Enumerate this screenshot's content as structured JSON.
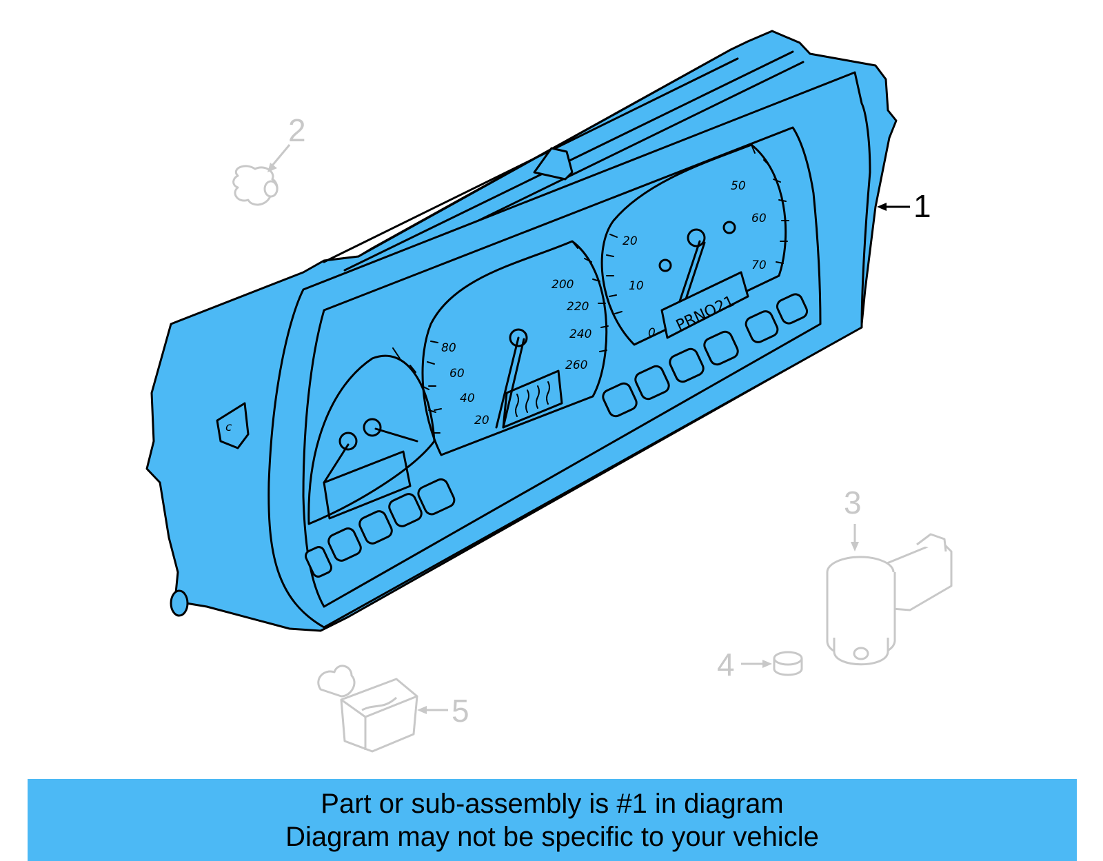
{
  "colors": {
    "highlight": "#4cb9f5",
    "outline": "#000000",
    "ghost": "#c8c8c8"
  },
  "callouts": {
    "part_1": "1",
    "part_2": "2",
    "part_3": "3",
    "part_4": "4",
    "part_5": "5"
  },
  "tachometer": {
    "labels": [
      "20",
      "40",
      "60",
      "80"
    ]
  },
  "speedometer": {
    "labels": [
      "200",
      "220",
      "240",
      "260"
    ]
  },
  "gear_indicator": "PRNO21",
  "right_gauge": {
    "labels": [
      "0",
      "10",
      "20",
      "50",
      "60",
      "70"
    ]
  },
  "notice": {
    "line1": "Part or sub-assembly is #1 in diagram",
    "line2": "Diagram may not be specific to your vehicle"
  }
}
